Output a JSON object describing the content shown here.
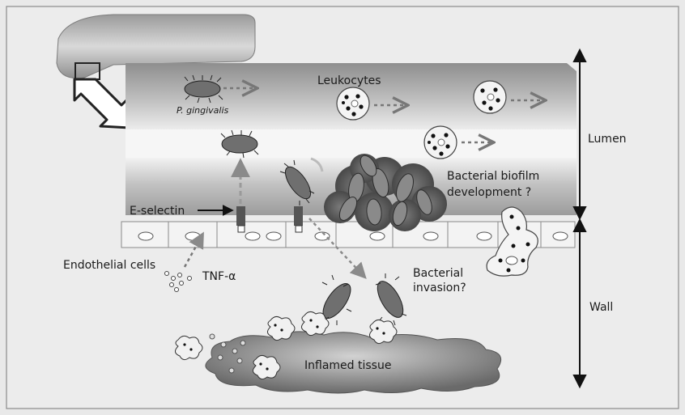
{
  "labels": {
    "leukocytes": "Leukocytes",
    "p_gingivalis": "P. gingivalis",
    "lumen": "Lumen",
    "biofilm_line1": "Bacterial biofilm",
    "biofilm_line2": "development ?",
    "e_selectin": "E-selectin",
    "endothelial_cells": "Endothelial cells",
    "tnf_alpha": "TNF-α",
    "invasion_line1": "Bacterial",
    "invasion_line2": "invasion?",
    "wall": "Wall",
    "inflamed_tissue": "Inflamed tissue"
  },
  "colors": {
    "background": "#e9e9e9",
    "frame": "#8a8a8a",
    "vessel_wall": "#9a9a9a",
    "lumen_light": "#f7f7f7",
    "bacteria": "#6f6f6f",
    "biofilm": "#4a4a4a",
    "cells": "#f3f3f3",
    "tissue": "#7a7a7a"
  }
}
